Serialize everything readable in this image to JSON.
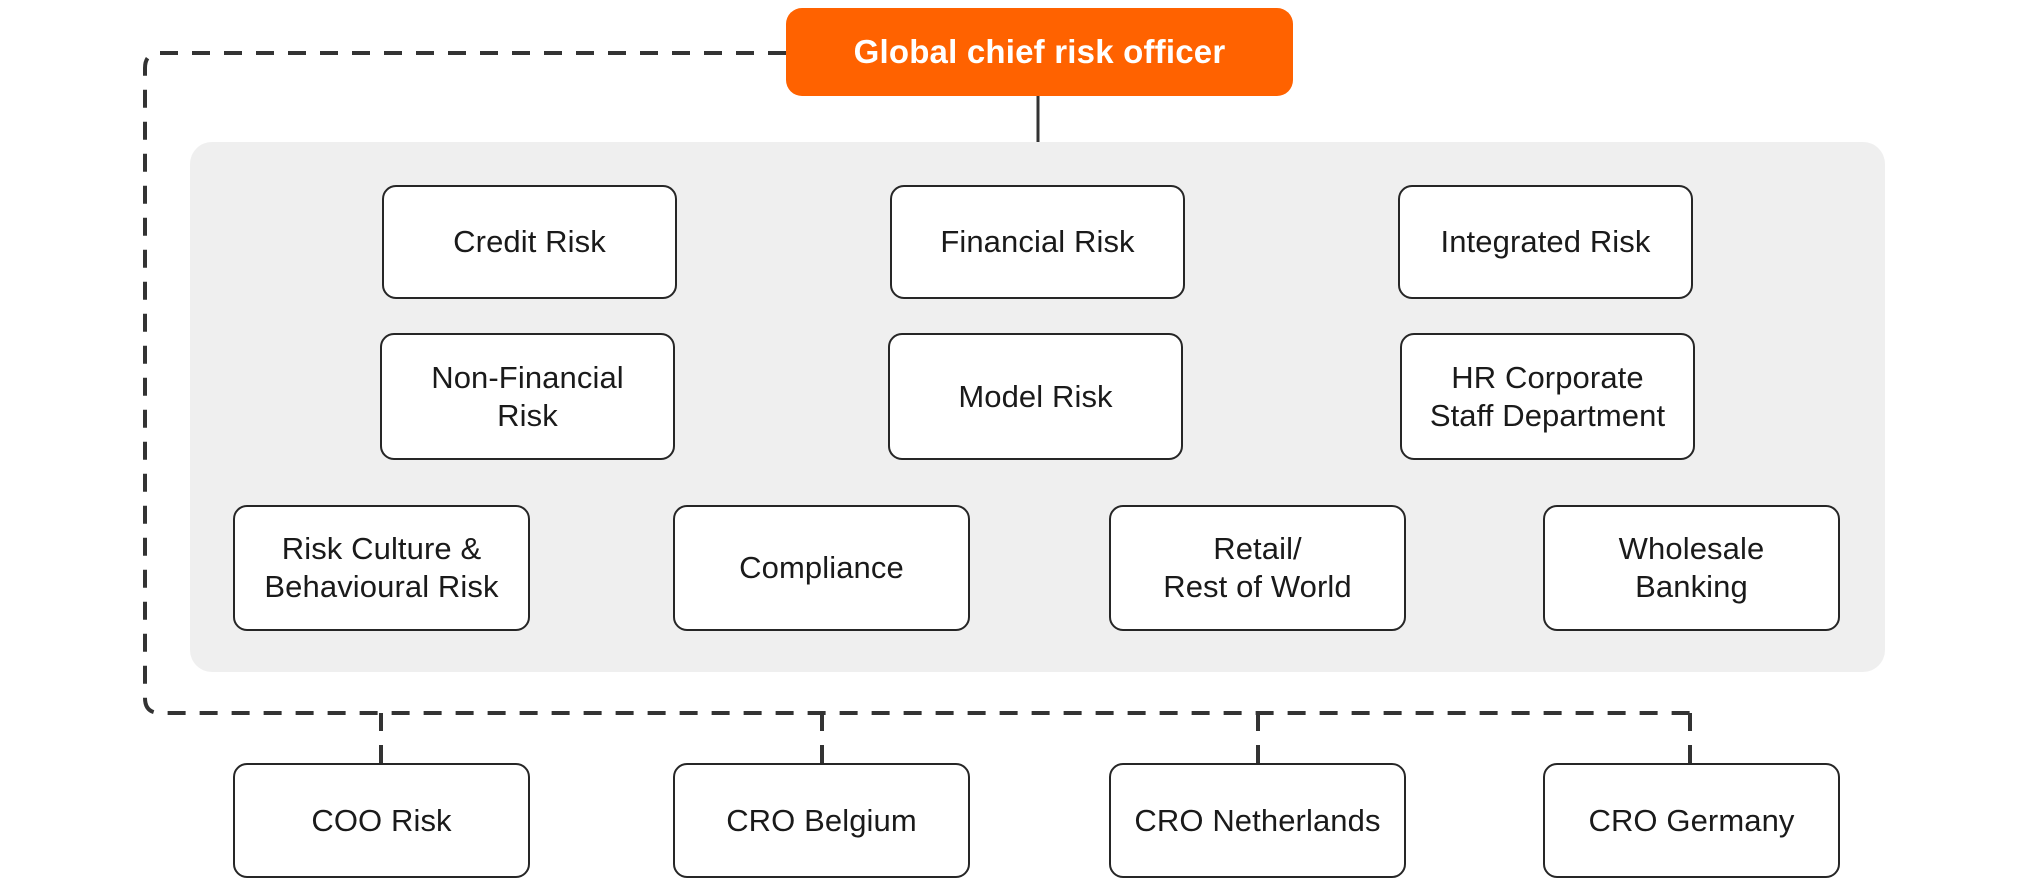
{
  "diagram": {
    "title_node": {
      "label": "Global chief risk officer",
      "color": "#ff6200",
      "text_color": "#ffffff"
    },
    "panel": {
      "name": "risk-functions-panel",
      "color": "#efefef"
    },
    "connector": {
      "solid_color": "#333333",
      "dashed_color": "#333333",
      "style": "dashed"
    },
    "rows": [
      {
        "name": "row-1",
        "nodes": [
          {
            "label": "Credit Risk"
          },
          {
            "label": "Financial Risk"
          },
          {
            "label": "Integrated Risk"
          }
        ]
      },
      {
        "name": "row-2",
        "nodes": [
          {
            "label": "Non-Financial\nRisk"
          },
          {
            "label": "Model Risk"
          },
          {
            "label": "HR Corporate\nStaff Department"
          }
        ]
      },
      {
        "name": "row-3",
        "nodes": [
          {
            "label": "Risk Culture &\nBehavioural Risk"
          },
          {
            "label": "Compliance"
          },
          {
            "label": "Retail/\nRest of World"
          },
          {
            "label": "Wholesale\nBanking"
          }
        ]
      },
      {
        "name": "row-4",
        "nodes": [
          {
            "label": "COO Risk"
          },
          {
            "label": "CRO Belgium"
          },
          {
            "label": "CRO Netherlands"
          },
          {
            "label": "CRO Germany"
          }
        ]
      }
    ]
  }
}
